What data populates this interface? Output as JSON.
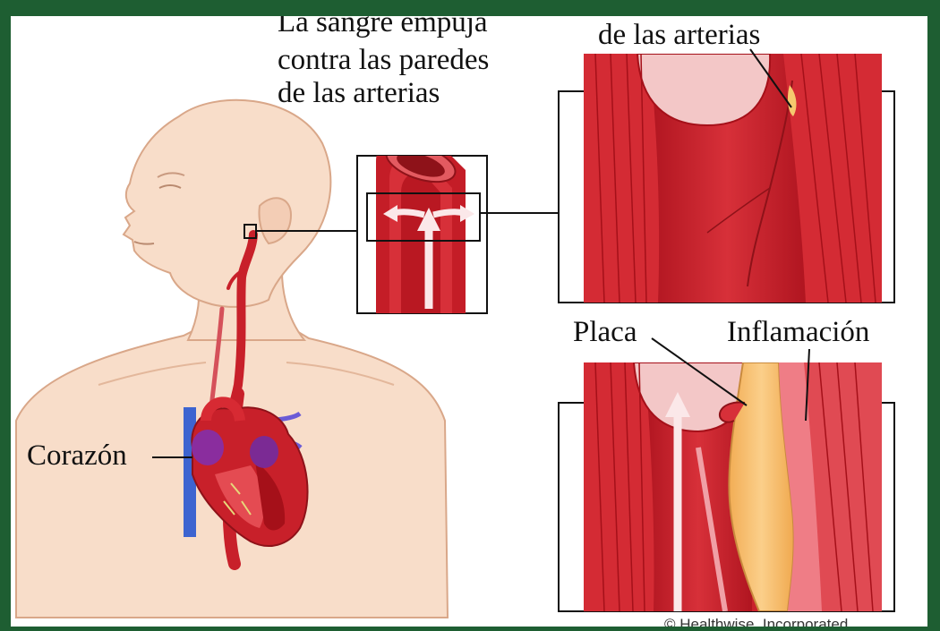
{
  "labels": {
    "pressure_line1": "La sangre empuja",
    "pressure_line2": "contra las paredes",
    "pressure_line3": "de las arterias",
    "damage_tail": "de las arterias",
    "plaque": "Placa",
    "inflammation": "Inflamación",
    "heart": "Corazón"
  },
  "credit": "© Healthwise, Incorporated",
  "colors": {
    "frame": "#1e5e32",
    "skin": "#f8ddc9",
    "skin_outline": "#d9a789",
    "artery": "#c8202a",
    "artery_light": "#e8525a",
    "plaque": "#f6bd6e",
    "vein": "#3d64d0"
  }
}
